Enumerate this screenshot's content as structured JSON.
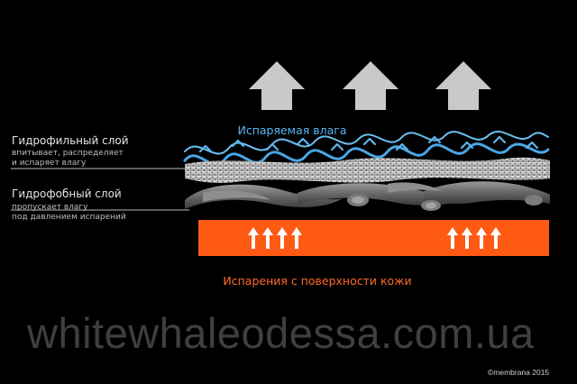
{
  "labels": {
    "hydrophilic_title": "Гидрофильный слой",
    "hydrophilic_desc_1": "впитывает, распределяет",
    "hydrophilic_desc_2": "и испаряет влагу",
    "hydrophobic_title": "Гидрофобный слой",
    "hydrophobic_desc_1": "пропускает влагу",
    "hydrophobic_desc_2": "под давлением испарений",
    "vapor_out": "Испаряемая влага",
    "skin_vapor": "Испарения с поверхности кожи"
  },
  "watermark": "whitewhaleodessa.com.ua",
  "copyright": "©membrana 2015",
  "icons": [
    "big-up-arrow-icon",
    "small-up-arrow-icon",
    "vapor-chevron-icon"
  ],
  "colors": {
    "background": "#000000",
    "skin_layer": "#ff5a14",
    "vapor_blue": "#4aa6e6",
    "vapor_label": "#57b6f2",
    "skin_label": "#ff6a2a",
    "big_arrow": "#c9c9c9",
    "watermark": "#3f3f3f"
  }
}
